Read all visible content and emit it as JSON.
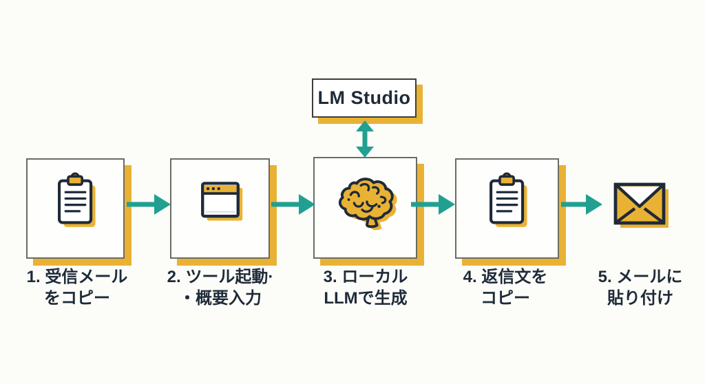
{
  "lm_studio": {
    "label": "LM Studio"
  },
  "steps": [
    {
      "id": "1",
      "icon": "clipboard-icon",
      "line1": "1. 受信メール",
      "line2": "をコピー"
    },
    {
      "id": "2",
      "icon": "browser-window-icon",
      "line1": "2. ツール起動·",
      "line2": "・概要入力"
    },
    {
      "id": "3",
      "icon": "brain-icon",
      "line1": "3. ローカル",
      "line2": "LLMで生成"
    },
    {
      "id": "4",
      "icon": "clipboard-icon",
      "line1": "4. 返信文を",
      "line2": "コピー"
    },
    {
      "id": "5",
      "icon": "envelope-icon",
      "line1": "5. メールに",
      "line2": "貼り付け"
    }
  ],
  "colors": {
    "accent_yellow": "#E9B235",
    "accent_teal": "#21A091",
    "text_dark": "#1E2A38",
    "box_border": "#6B6B62",
    "background": "#FCFCF9"
  }
}
